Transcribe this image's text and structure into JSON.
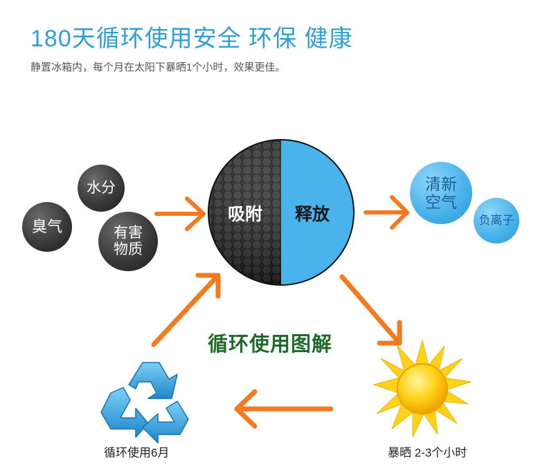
{
  "header": {
    "title": "180天循环使用安全 环保 健康",
    "subtitle": "静置冰箱内，每个月在太阳下暴晒1个小时，效果更佳。"
  },
  "inputs": {
    "water": "水分",
    "odor": "臭气",
    "harmful_line1": "有害",
    "harmful_line2": "物质"
  },
  "center": {
    "absorb": "吸附",
    "release": "释放"
  },
  "outputs": {
    "fresh_line1": "清新",
    "fresh_line2": "空气",
    "negative_ions": "负离子"
  },
  "cycle": {
    "title": "循环使用图解",
    "recycle_caption": "循环使用6月",
    "sun_caption": "暴晒 2-3个小时"
  },
  "colors": {
    "title_blue": "#2f9fd6",
    "arrow_orange": "#f47a1f",
    "release_blue": "#4ab3ec",
    "diagram_title_green": "#1f6b2c",
    "sun_yellow": "#ffd21a"
  },
  "icons": {
    "recycle": "recycle-icon",
    "sun": "sun-icon"
  }
}
